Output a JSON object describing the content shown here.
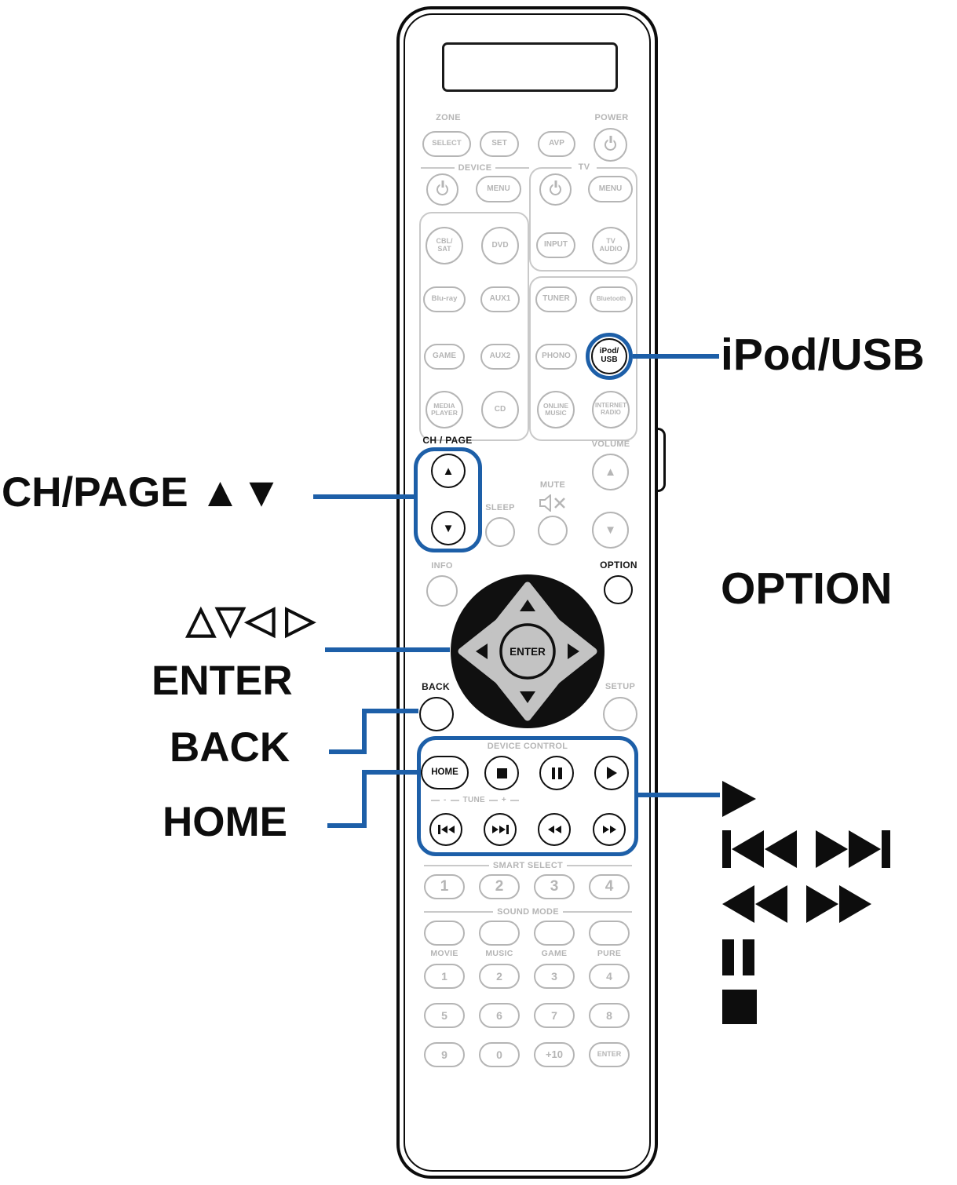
{
  "colors": {
    "accent_blue": "#1d5fa8",
    "remote_gray": "#b5b5b5",
    "dark": "#161616"
  },
  "remote": {
    "zone_label": "ZONE",
    "power_label": "POWER",
    "zone_buttons": [
      "SELECT",
      "SET",
      "AVP"
    ],
    "device_label": "DEVICE",
    "tv_label": "TV",
    "menu_label": "MENU",
    "sources": [
      "CBL/\nSAT",
      "DVD",
      "INPUT",
      "TV\nAUDIO",
      "Blu-ray",
      "AUX1",
      "TUNER",
      "Bluetooth",
      "GAME",
      "AUX2",
      "PHONO",
      "iPod/\nUSB",
      "MEDIA\nPLAYER",
      "CD",
      "ONLINE\nMUSIC",
      "INTERNET\nRADIO"
    ],
    "ch_page_label": "CH / PAGE",
    "volume_label": "VOLUME",
    "sleep_label": "SLEEP",
    "mute_label": "MUTE",
    "info_label": "INFO",
    "option_label": "OPTION",
    "enter_label": "ENTER",
    "back_label": "BACK",
    "setup_label": "SETUP",
    "device_control_label": "DEVICE CONTROL",
    "home_label": "HOME",
    "tune_minus": "-",
    "tune_label": "TUNE",
    "tune_plus": "+",
    "smart_select_label": "SMART SELECT",
    "smart_numbers": [
      "1",
      "2",
      "3",
      "4"
    ],
    "sound_mode_label": "SOUND MODE",
    "sound_modes": [
      "MOVIE",
      "MUSIC",
      "GAME",
      "PURE"
    ],
    "numbers": [
      "1",
      "2",
      "3",
      "4",
      "5",
      "6",
      "7",
      "8",
      "9",
      "0",
      "+10",
      "ENTER"
    ],
    "up_glyph": "▲",
    "down_glyph": "▼"
  },
  "callouts": {
    "ipod_usb": "iPod/USB",
    "ch_page": "CH/PAGE ▲▼",
    "cursor_triangles": "△▽◁ ▷",
    "enter": "ENTER",
    "back": "BACK",
    "home": "HOME",
    "transport_icons": [
      "play-icon",
      "skip-back-icon",
      "skip-forward-icon",
      "rewind-icon",
      "fast-forward-icon",
      "pause-icon",
      "stop-icon"
    ]
  }
}
